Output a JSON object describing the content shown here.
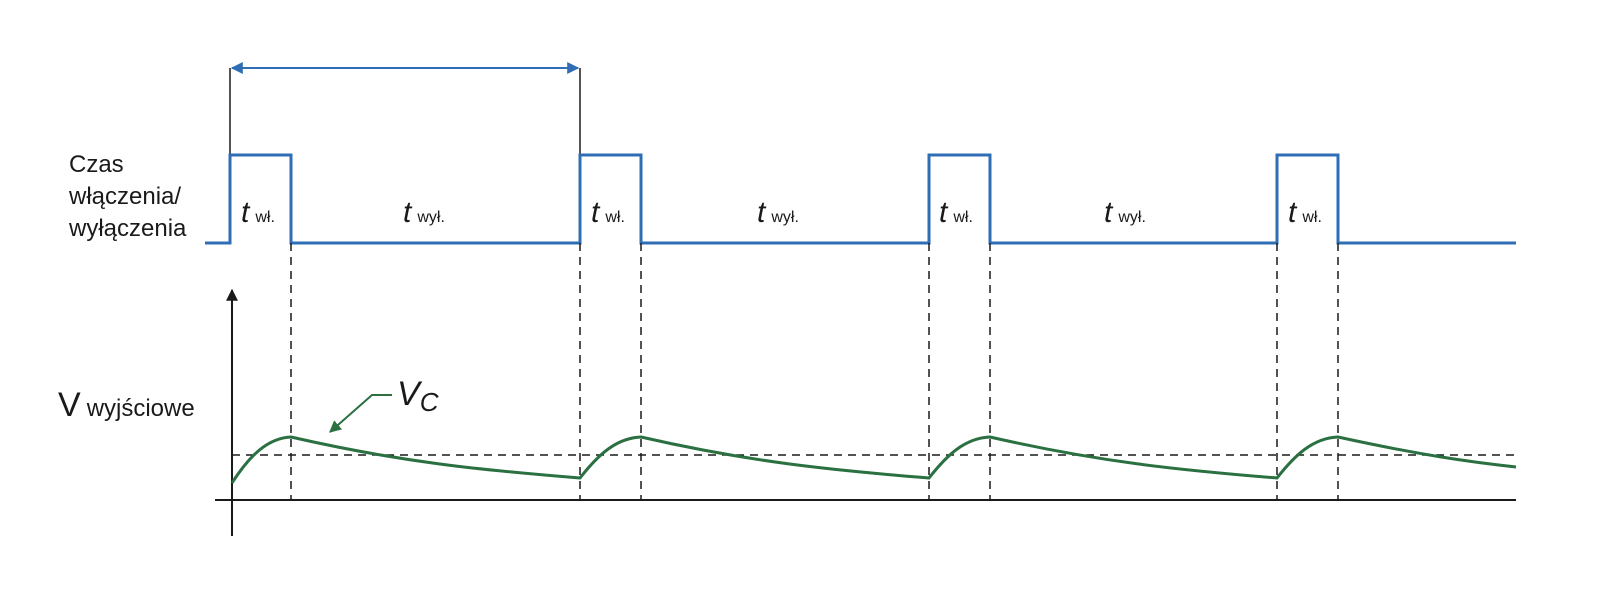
{
  "labels": {
    "pulse_line1": "Czas",
    "pulse_line2": "włączenia/",
    "pulse_line3": "wyłączenia",
    "output_main": "V",
    "output_sub": "wyjściowe",
    "vc_main": "V",
    "vc_sub": "C",
    "t_main": "t",
    "t_on_sub": "wł.",
    "t_off_sub": "wył."
  },
  "colors": {
    "pulse": "#2f6db5",
    "capacitor_voltage": "#2a7040",
    "axis": "#1a1a1a",
    "text": "#1a1a1a"
  },
  "signal": {
    "cycles": 4,
    "duty_on_fraction": 0.176
  }
}
